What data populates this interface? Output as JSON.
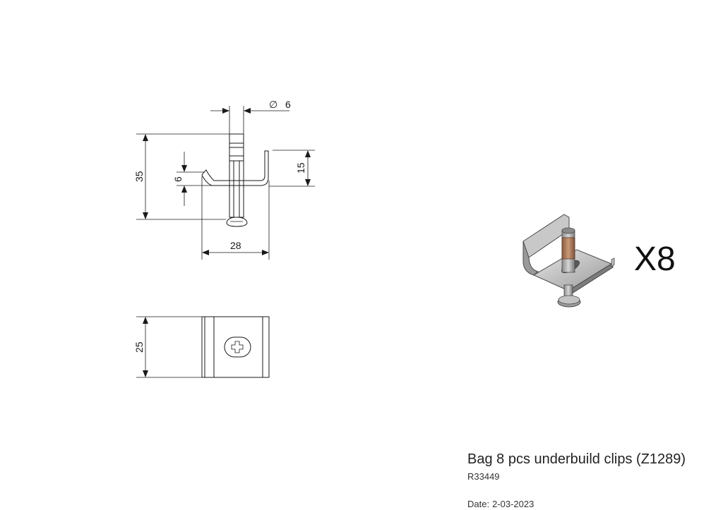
{
  "dimensions": {
    "diameter_symbol": "∅",
    "diameter": "6",
    "total_height": "35",
    "clip_height": "15",
    "hook_height": "6",
    "width": "28",
    "depth": "25"
  },
  "quantity_label": "X8",
  "product": {
    "title": "Bag 8 pcs underbuild clips (Z1289)",
    "code": "R33449",
    "date_label": "Date:",
    "date_value": "2-03-2023"
  },
  "colors": {
    "line": "#1a1a1a",
    "metal_light": "#d8d8d8",
    "metal_dark": "#6c6c6c",
    "sleeve": "#b07a58"
  }
}
